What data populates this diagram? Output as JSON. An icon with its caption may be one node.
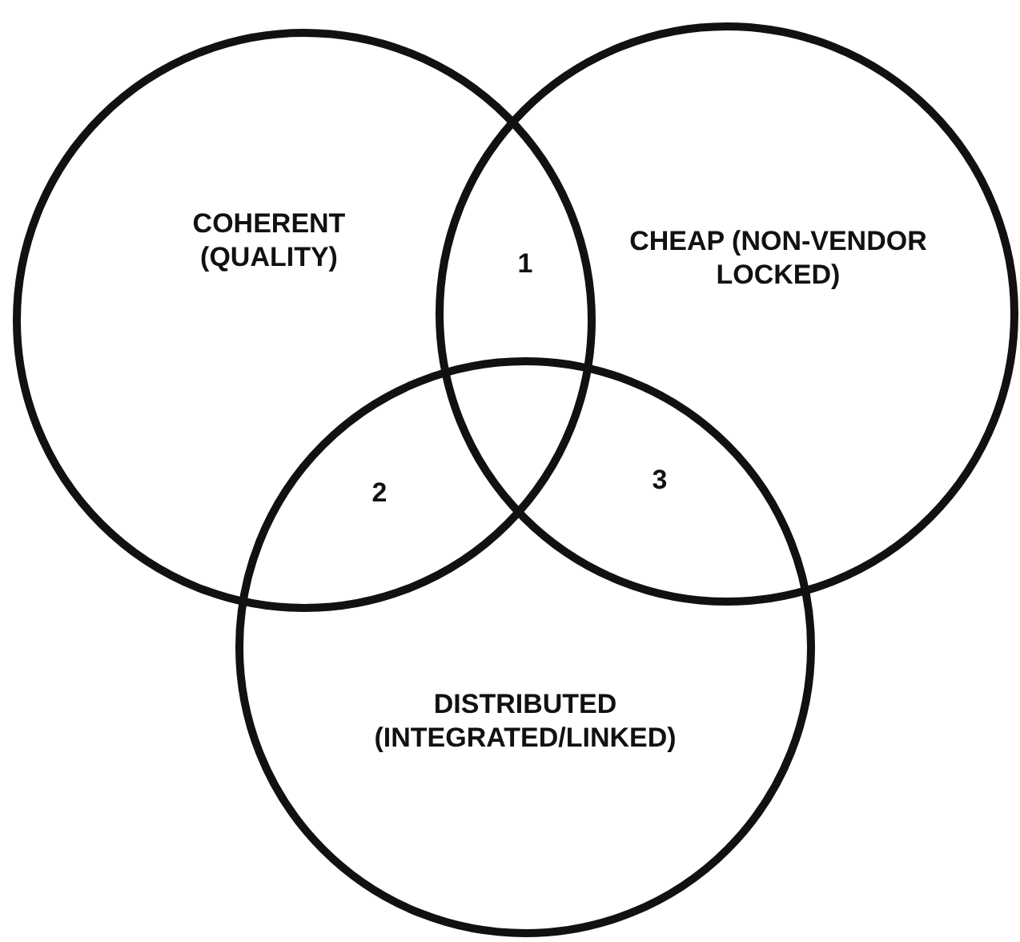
{
  "diagram": {
    "nodes": [
      {
        "text": [
          "COHERENT (QUALITY)"
        ]
      },
      {
        "text": [
          "CHEAP (NON-VENDOR LOCKED)"
        ]
      },
      {
        "text": [
          "DISTRIBUTED (INTEGRATED/LINKED)"
        ]
      }
    ],
    "labels": [
      "1",
      "2",
      "3"
    ]
  }
}
